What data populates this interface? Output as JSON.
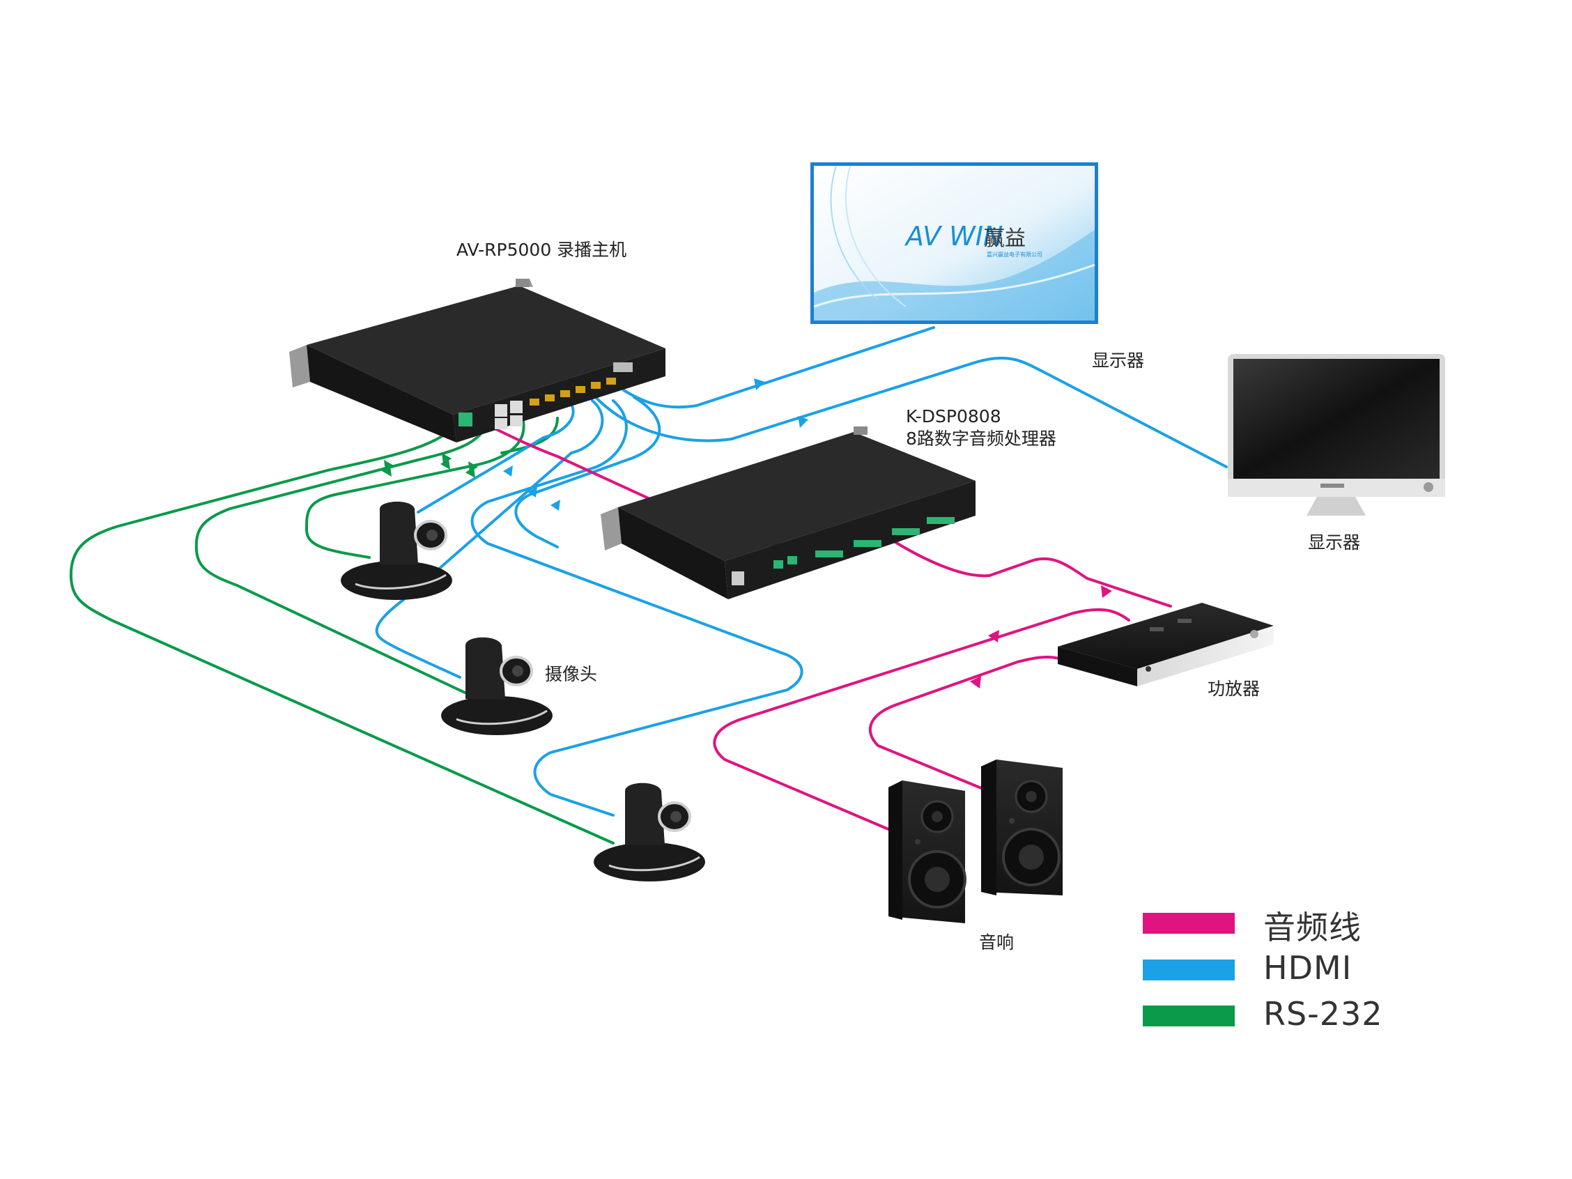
{
  "labels": {
    "recorder": "AV-RP5000  录播主机",
    "dsp": "K-DSP0808\n8路数字音频处理器",
    "display_top": "显示器",
    "display_right": "显示器",
    "camera": "摄像头",
    "amplifier": "功放器",
    "speaker": "音响"
  },
  "screen": {
    "logo_text": "AV WIN",
    "logo_cn": "赢益",
    "logo_sub": "嘉兴赢益电子有限公司"
  },
  "legend": [
    {
      "label": "音频线",
      "color": "#e0137f"
    },
    {
      "label": "HDMI",
      "color": "#1aa1e6"
    },
    {
      "label": "RS-232",
      "color": "#0a9a4a"
    }
  ],
  "colors": {
    "audio": "#e0137f",
    "hdmi": "#1aa1e6",
    "rs232": "#0a9a4a",
    "device_body": "#1e1e1e",
    "port_green": "#2bb673"
  }
}
